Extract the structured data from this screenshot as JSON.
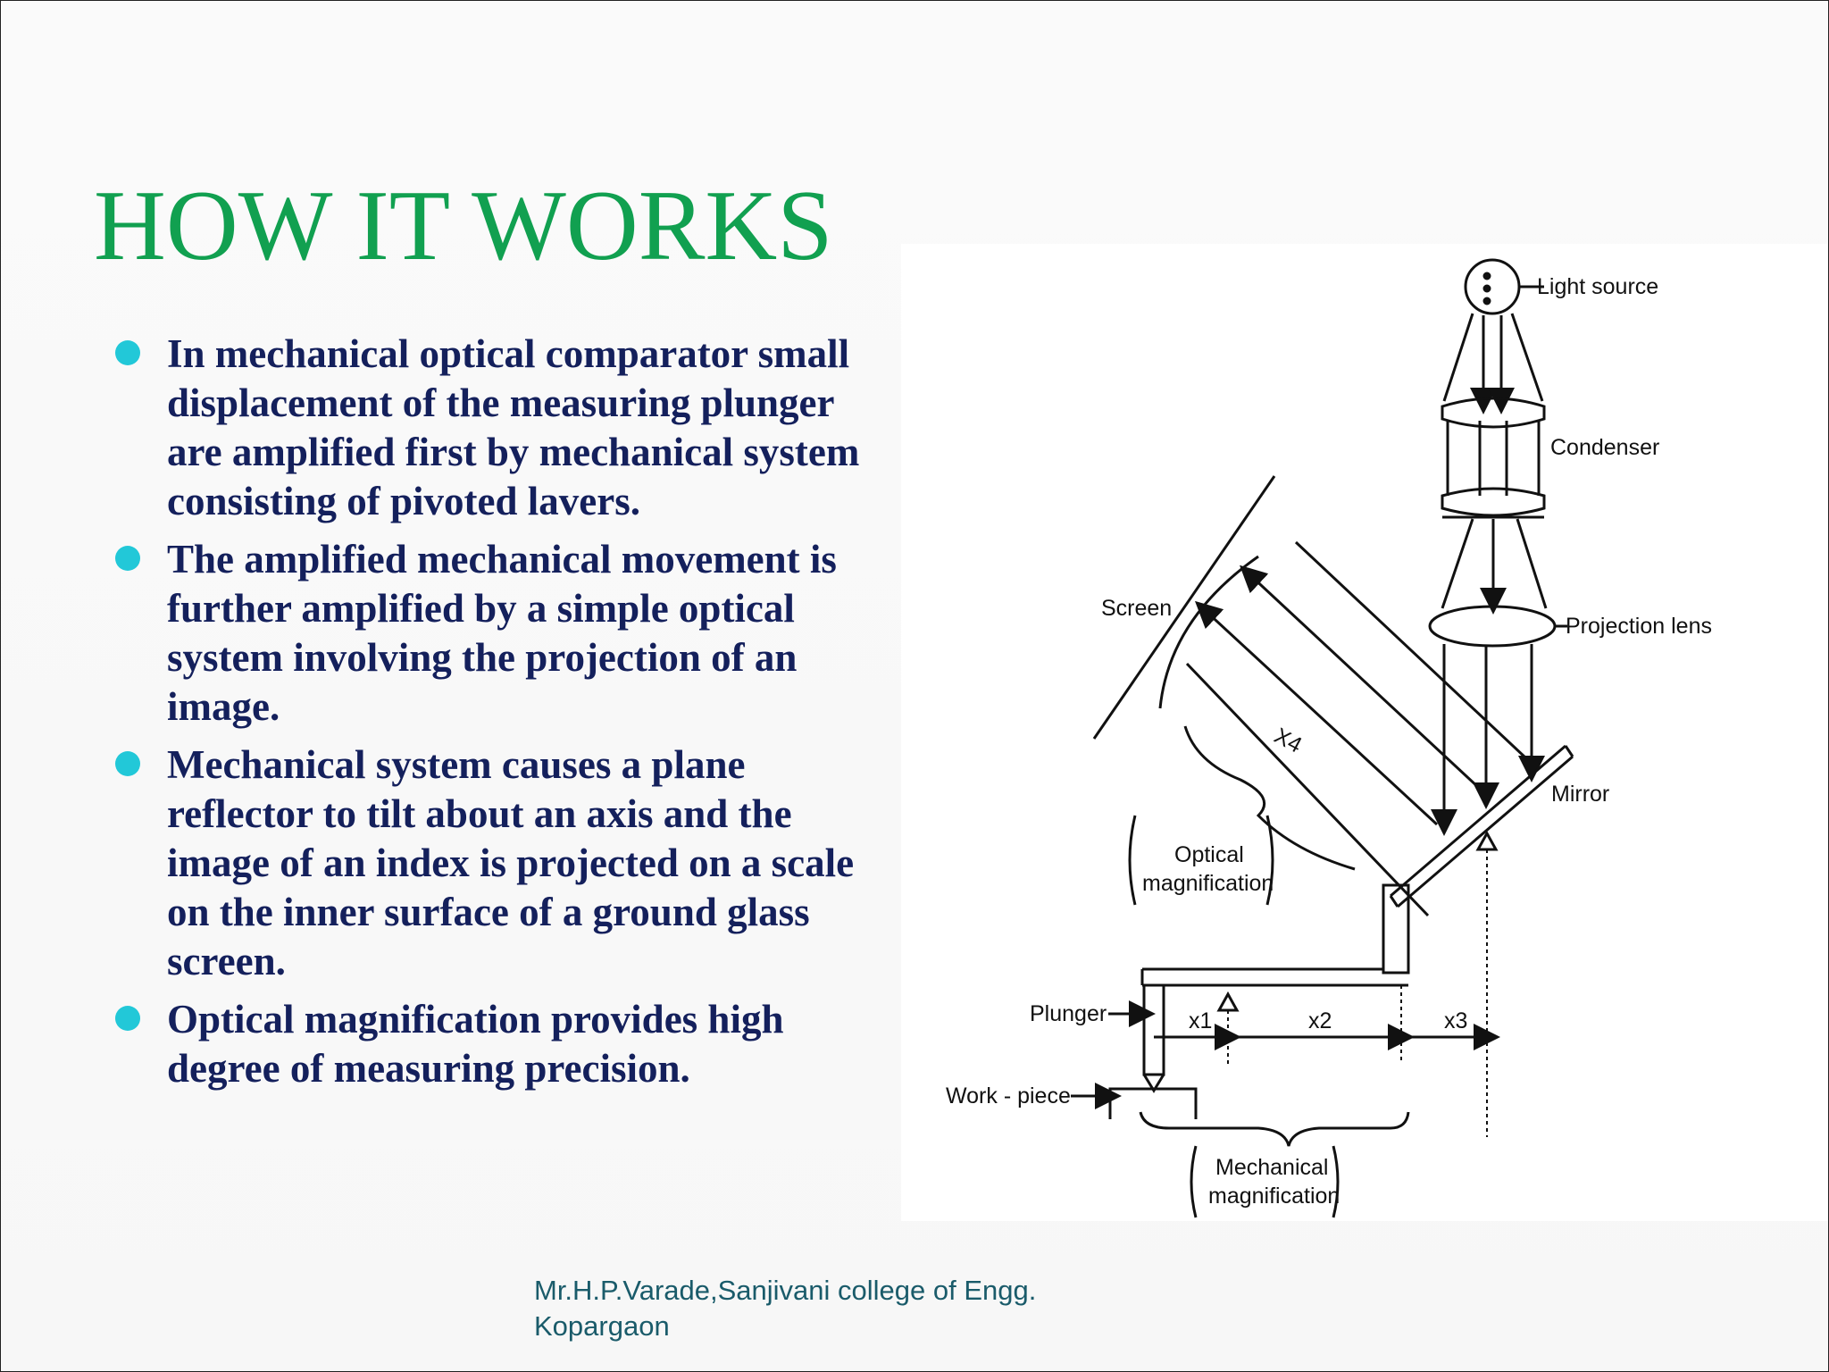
{
  "title": "HOW IT WORKS",
  "bullets": [
    "In mechanical optical comparator small displacement of the measuring plunger are amplified first by mechanical system consisting of pivoted lavers.",
    "The amplified mechanical movement is further amplified by a simple optical system involving the projection of an image.",
    "Mechanical system causes a plane reflector to tilt about an axis and the image of an index is projected on a scale on the inner surface of a ground glass screen.",
    "Optical magnification provides high degree of measuring precision."
  ],
  "footer": {
    "line1": "Mr.H.P.Varade,Sanjivani college of Engg.",
    "line2": "Kopargaon"
  },
  "diagram": {
    "labels": {
      "light_source": "Light source",
      "condenser": "Condenser",
      "projection_lens": "Projection lens",
      "screen": "Screen",
      "mirror": "Mirror",
      "x4": "X4",
      "optical_mag_1": "Optical",
      "optical_mag_2": "magnification",
      "plunger": "Plunger",
      "x1": "x1",
      "x2": "x2",
      "x3": "x3",
      "work_piece": "Work - piece",
      "mech_mag_1": "Mechanical",
      "mech_mag_2": "magnification"
    }
  },
  "colors": {
    "title": "#11a050",
    "body_text": "#14205c",
    "bullet": "#22c8d8",
    "footer": "#1a5b6a"
  }
}
